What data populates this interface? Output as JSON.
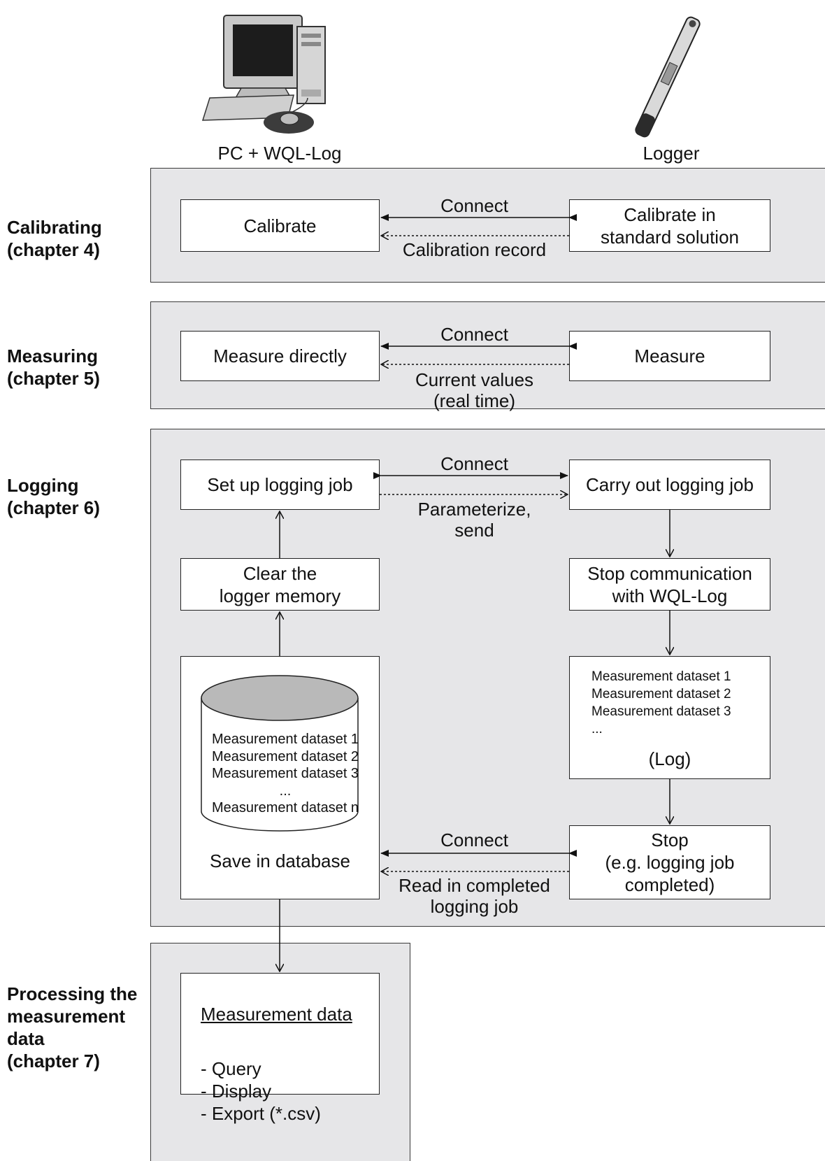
{
  "header": {
    "pc_label": "PC + WQL-Log",
    "logger_label": "Logger"
  },
  "calibrating": {
    "side_label": "Calibrating\n(chapter 4)",
    "left_box": "Calibrate",
    "right_box": "Calibrate in\nstandard solution",
    "connect": "Connect",
    "return_label": "Calibration record"
  },
  "measuring": {
    "side_label": "Measuring\n(chapter 5)",
    "left_box": "Measure directly",
    "right_box": "Measure",
    "connect": "Connect",
    "return_label": "Current values\n(real time)"
  },
  "logging": {
    "side_label": "Logging\n(chapter 6)",
    "setup_box": "Set up logging job",
    "carry_box": "Carry out logging job",
    "connect_top": "Connect",
    "send_label": "Parameterize,\nsend",
    "clear_box": "Clear the\nlogger memory",
    "stop_comm_box": "Stop communication\nwith WQL-Log",
    "db_items": "Measurement dataset 1\nMeasurement dataset 2\nMeasurement dataset 3\n...\nMeasurement dataset n",
    "db_caption": "Save in database",
    "log_items": "Measurement dataset 1\nMeasurement dataset 2\nMeasurement dataset 3\n...",
    "log_caption": "(Log)",
    "stop_box": "Stop\n(e.g. logging job\ncompleted)",
    "connect_bottom": "Connect",
    "read_label": "Read in completed\nlogging job"
  },
  "processing": {
    "side_label": "Processing the\nmeasurement\ndata\n(chapter 7)",
    "title": "Measurement data",
    "items": "- Query\n- Display\n- Export (*.csv)"
  }
}
